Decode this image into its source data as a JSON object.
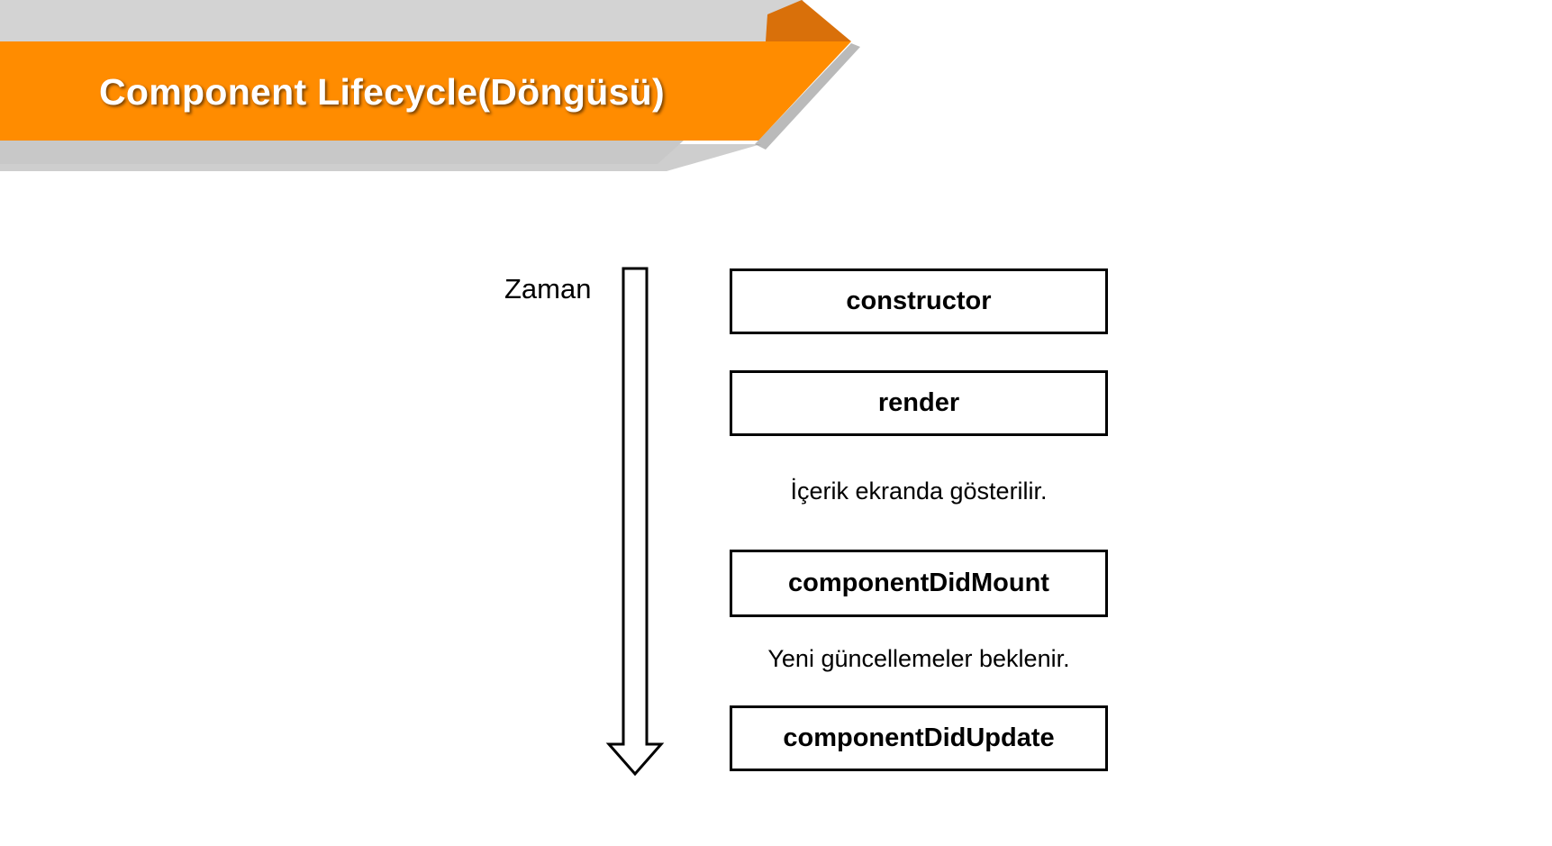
{
  "slide": {
    "title": "Component Lifecycle(Döngüsü)"
  },
  "colors": {
    "banner_orange": "#FF8C00",
    "banner_dark_orange": "#D9700A",
    "banner_gray": "#D3D3D3",
    "shadow_gray": "#A6A6A6"
  },
  "timeline": {
    "label": "Zaman"
  },
  "lifecycle": {
    "steps": [
      {
        "label": "constructor"
      },
      {
        "label": "render"
      },
      {
        "label": "componentDidMount"
      },
      {
        "label": "componentDidUpdate"
      }
    ],
    "notes": [
      {
        "text": "İçerik ekranda gösterilir."
      },
      {
        "text": "Yeni güncellemeler beklenir."
      }
    ]
  }
}
